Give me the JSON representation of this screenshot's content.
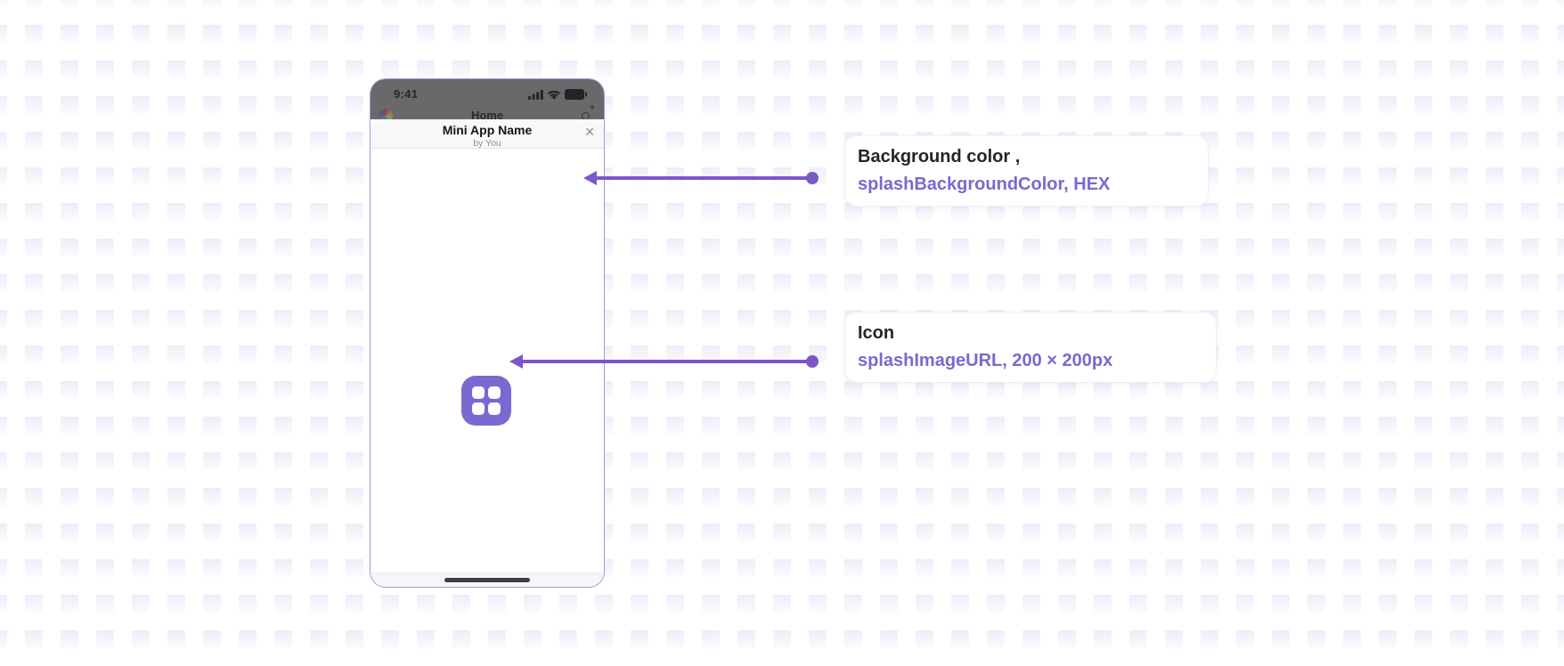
{
  "colors": {
    "accent_purple": "#7c57c8",
    "param_text_purple": "#7a68d2",
    "splash_icon_purple": "#7a69d0",
    "phone_border": "#a595da",
    "dim_overlay_gray": "#69696c",
    "grid_square_top": "#efecf9",
    "grid_square_bottom": "#fcfbff"
  },
  "phone": {
    "status_bar": {
      "time": "9:41",
      "signal_icon": "cellular-signal-icon",
      "wifi_icon": "wifi-icon",
      "battery_icon": "battery-icon"
    },
    "background_app_header": {
      "title": "Home",
      "app_icon": "app-logo-icon",
      "action_icon": "add-icon"
    },
    "sheet": {
      "title": "Mini App Name",
      "subtitle": "by You",
      "close_label": "✕"
    },
    "splash": {
      "icon": "app-grid-icon"
    },
    "home_indicator": "home-indicator"
  },
  "callouts": [
    {
      "label": "Background color ,",
      "param": "splashBackgroundColor, HEX"
    },
    {
      "label": "Icon",
      "param": "splashImageURL, 200 × 200px"
    }
  ]
}
